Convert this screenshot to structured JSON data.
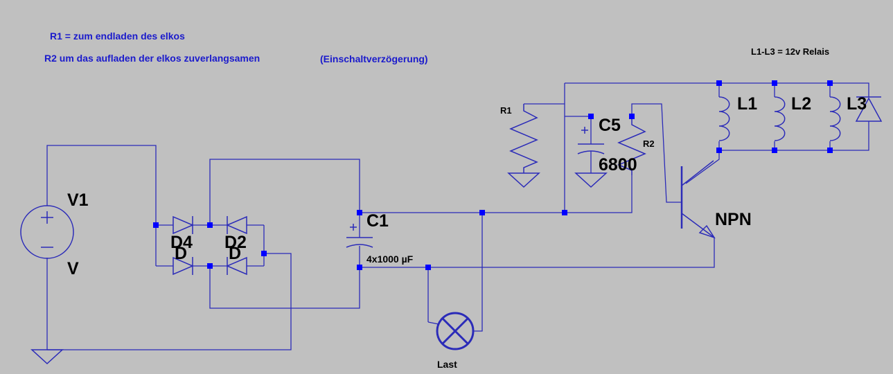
{
  "notes": {
    "r1": "R1 = zum endladen des elkos",
    "r2": "R2 um das aufladen der elkos zuverlangsamen",
    "delay": "(Einschaltverzögerung)",
    "relais": "L1-L3 = 12v Relais"
  },
  "components": {
    "v1": {
      "name": "V1",
      "value": "V"
    },
    "d4": {
      "name": "D4",
      "value": "D"
    },
    "d2": {
      "name": "D2",
      "value": "D"
    },
    "c1": {
      "name": "C1",
      "value": "4x1000 µF"
    },
    "c5": {
      "name": "C5",
      "value": "6800"
    },
    "r1": {
      "name": "R1"
    },
    "r2": {
      "name": "R2"
    },
    "npn": {
      "name": "NPN"
    },
    "l1": {
      "name": "L1"
    },
    "l2": {
      "name": "L2"
    },
    "l3": {
      "name": "L3"
    },
    "lamp": {
      "name": "Last"
    }
  },
  "colors": {
    "background": "#c0c0c0",
    "wire": "#2b2bb8",
    "junction": "#0000ff",
    "note_text": "#1a1acc",
    "label_text": "#000000"
  }
}
